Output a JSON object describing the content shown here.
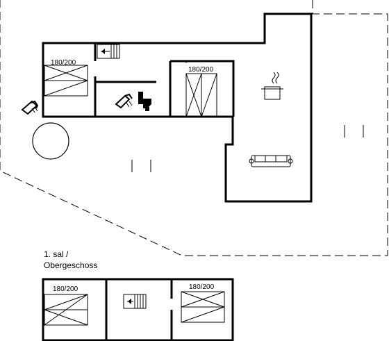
{
  "ground_floor": {
    "bed_left_size": "180/200",
    "bed_mid_size": "180/200"
  },
  "upper_floor": {
    "label_line1": "1. sal /",
    "label_line2": "Obergeschoss",
    "bed_left_size": "180/200",
    "bed_right_size": "180/200"
  },
  "icons": [
    "shower-icon",
    "stairs-icon",
    "toilet-icon",
    "cooking-pot-icon",
    "sofa-icon",
    "round-table-icon",
    "door-icon"
  ]
}
